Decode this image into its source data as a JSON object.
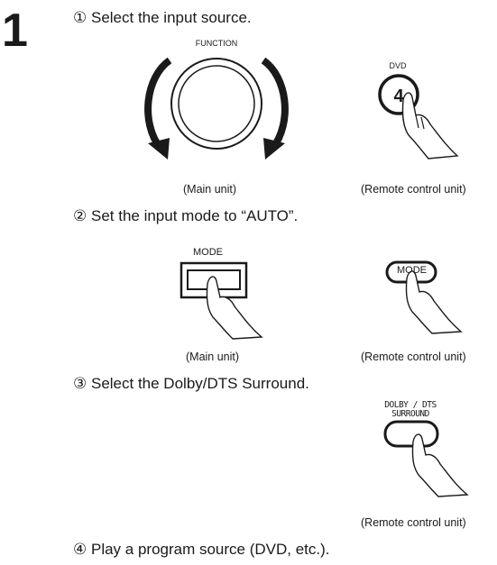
{
  "step_number": "1",
  "steps": [
    {
      "num": "①",
      "text": "Select the input source."
    },
    {
      "num": "②",
      "text": "Set the input mode to “AUTO”."
    },
    {
      "num": "③",
      "text": "Select the Dolby/DTS Surround."
    },
    {
      "num": "④",
      "text": "Play a program source (DVD, etc.)."
    }
  ],
  "labels": {
    "function": "FUNCTION",
    "dvd": "DVD",
    "dvd_key": "4",
    "mode_main": "MODE",
    "mode_remote": "MODE",
    "dolby_line1": "DOLBY / DTS",
    "dolby_line2": "SURROUND"
  },
  "captions": {
    "main_unit_1": "(Main unit)",
    "remote_1": "(Remote control unit)",
    "main_unit_2": "(Main unit)",
    "remote_2": "(Remote control unit)",
    "remote_3": "(Remote control unit)"
  }
}
